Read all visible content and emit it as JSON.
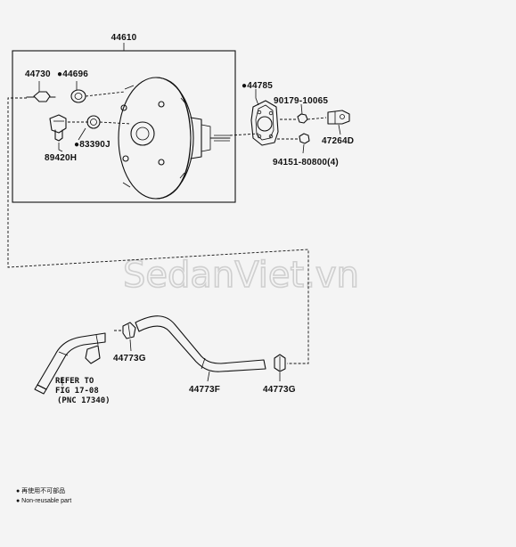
{
  "watermark": "SedanViet.vn",
  "labels": {
    "assembly": "44610",
    "p44730": "44730",
    "p44696": "●44696",
    "p83390": "●83390J",
    "p89420": "89420H",
    "p44785": "●44785",
    "p90179": "90179-10065",
    "p47264": "47264D",
    "p94151": "94151-80800(4)",
    "p44773g_left": "44773G",
    "p44773f": "44773F",
    "p44773g_right": "44773G"
  },
  "refer": {
    "line1": "REFER TO",
    "line2": "FIG 17-08",
    "line3": "(PNC 17340)"
  },
  "legend": {
    "jp": "● 再使用不可部品",
    "en": "● Non-reusable part"
  }
}
